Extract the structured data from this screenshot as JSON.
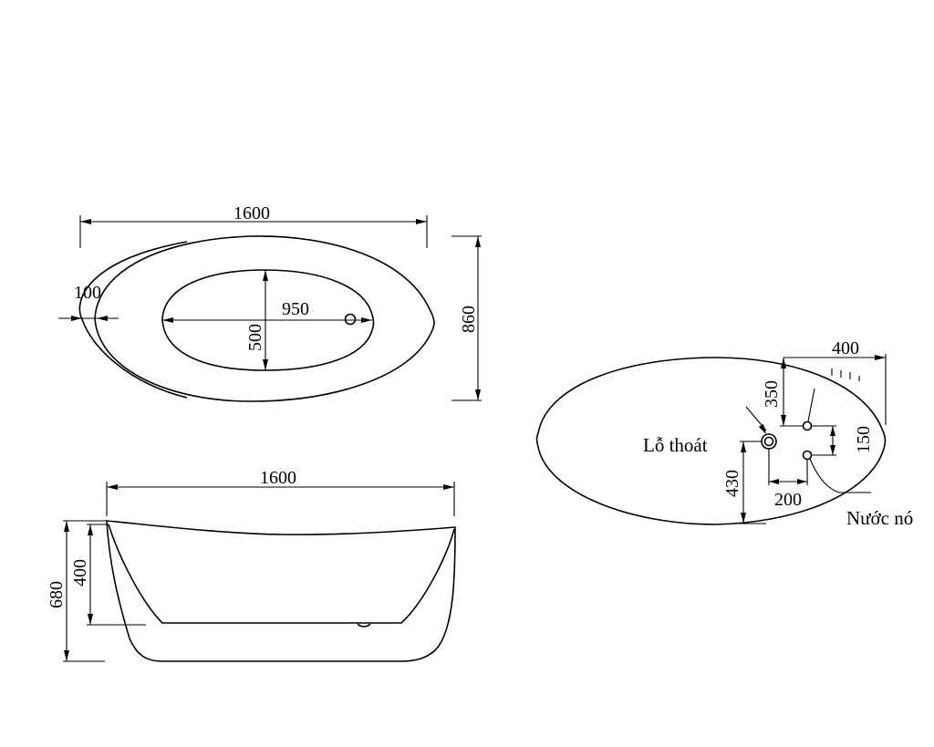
{
  "top_view": {
    "length": "1600",
    "rim_offset": "100",
    "inner_length": "950",
    "inner_width": "500",
    "width": "860"
  },
  "side_view": {
    "length": "1600",
    "total_height": "680",
    "inner_depth": "400"
  },
  "plumbing_view": {
    "offset_x": "400",
    "offset_y": "350",
    "spacing": "150",
    "pipe_offset": "200",
    "drain_height": "430",
    "drain_label": "Lỗ thoát",
    "hot_water_label": "Nước nó"
  }
}
